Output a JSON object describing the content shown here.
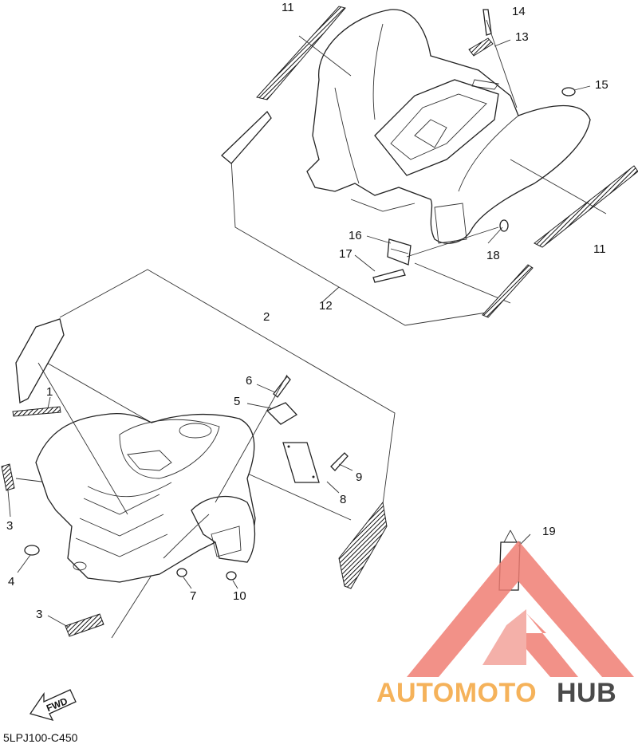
{
  "diagram": {
    "code": "5LPJ100-C450",
    "fwd_label": "FWD",
    "callouts": [
      {
        "id": "c11a",
        "label": "11"
      },
      {
        "id": "c14",
        "label": "14"
      },
      {
        "id": "c13",
        "label": "13"
      },
      {
        "id": "c15",
        "label": "15"
      },
      {
        "id": "c11b",
        "label": "11"
      },
      {
        "id": "c16",
        "label": "16"
      },
      {
        "id": "c17",
        "label": "17"
      },
      {
        "id": "c18",
        "label": "18"
      },
      {
        "id": "c12",
        "label": "12"
      },
      {
        "id": "c2",
        "label": "2"
      },
      {
        "id": "c1",
        "label": "1"
      },
      {
        "id": "c6",
        "label": "6"
      },
      {
        "id": "c5",
        "label": "5"
      },
      {
        "id": "c9",
        "label": "9"
      },
      {
        "id": "c8",
        "label": "8"
      },
      {
        "id": "c3a",
        "label": "3"
      },
      {
        "id": "c4",
        "label": "4"
      },
      {
        "id": "c7",
        "label": "7"
      },
      {
        "id": "c10",
        "label": "10"
      },
      {
        "id": "c3b",
        "label": "3"
      },
      {
        "id": "c19",
        "label": "19"
      }
    ]
  },
  "watermark": {
    "part1": "AUTOMOTO",
    "part2": "HUB",
    "color_primary": "#f07e74",
    "color_secondary": "#f5b25a",
    "color_dark": "#4a4a4a"
  }
}
